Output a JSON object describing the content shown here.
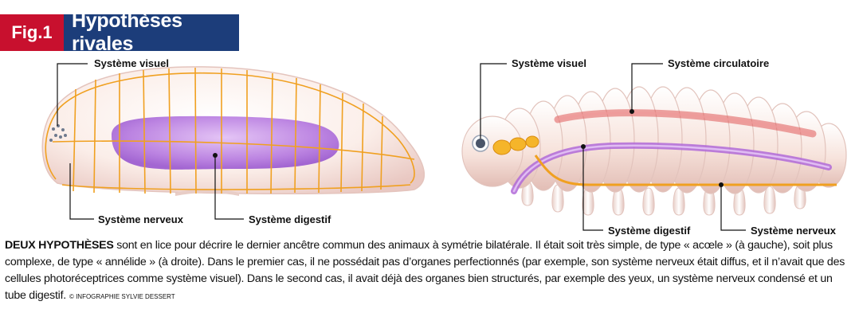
{
  "figure": {
    "number": "Fig.1",
    "title": "Hypothèses rivales"
  },
  "left_diagram": {
    "labels": {
      "visual": "Système visuel",
      "nervous": "Système nerveux",
      "digestive": "Système digestif"
    }
  },
  "right_diagram": {
    "labels": {
      "visual": "Système visuel",
      "circulatory": "Système circulatoire",
      "digestive": "Système digestif",
      "nervous": "Système nerveux"
    }
  },
  "caption": {
    "lead": "Deux hypothèses",
    "text": " sont en lice pour décrire le dernier ancêtre commun des animaux à symétrie bilatérale. Il était soit très simple, de type « acœle » (à gauche), soit plus complexe, de type « annélide » (à droite). Dans le premier cas, il ne possédait pas d’organes perfectionnés (par exemple, son système nerveux était diffus, et il n’avait que des cellules photoréceptrices comme système visuel). Dans le second cas, il avait déjà des organes bien structurés, par exemple des yeux, un système nerveux condensé et un tube digestif.",
    "credit": "© INFOGRAPHIE SYLVIE DESSERT"
  },
  "colors": {
    "fig_label_bg": "#c8102e",
    "title_bg": "#1c3d7a",
    "nerve": "#f0a020",
    "digestive": "#b06ad8",
    "circulatory": "#e05a5a",
    "body": "#f6e4dc"
  }
}
